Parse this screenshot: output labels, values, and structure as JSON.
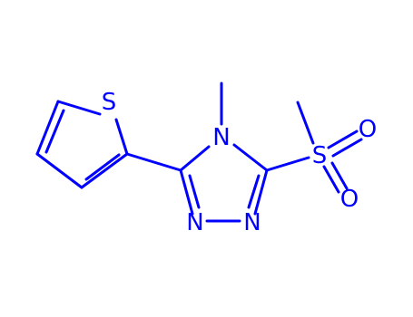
{
  "structure": {
    "color": "#0000ff",
    "atoms": {
      "thiophene_sulfur": "S",
      "triazole_n4": "N",
      "triazole_n1": "N",
      "triazole_n2": "N",
      "sulfonyl_sulfur": "S",
      "sulfonyl_oxygen_upper": "O",
      "sulfonyl_oxygen_lower": "O"
    }
  }
}
